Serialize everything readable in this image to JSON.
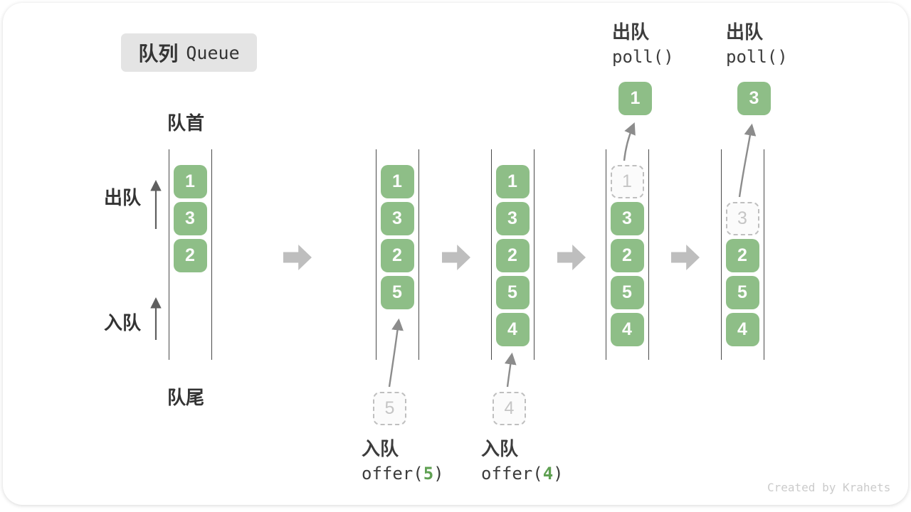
{
  "title": {
    "zh": "队列",
    "en": "Queue"
  },
  "side_labels": {
    "front": "队首",
    "rear": "队尾",
    "dequeue": "出队",
    "enqueue": "入队"
  },
  "columns": [
    {
      "name": "step-1",
      "slots": [
        {
          "v": "1"
        },
        {
          "v": "3"
        },
        {
          "v": "2"
        },
        null,
        null
      ]
    },
    {
      "name": "step-2",
      "slots": [
        {
          "v": "1"
        },
        {
          "v": "3"
        },
        {
          "v": "2"
        },
        {
          "v": "5"
        },
        null
      ]
    },
    {
      "name": "step-3",
      "slots": [
        {
          "v": "1"
        },
        {
          "v": "3"
        },
        {
          "v": "2"
        },
        {
          "v": "5"
        },
        {
          "v": "4"
        }
      ]
    },
    {
      "name": "step-4",
      "slots": [
        {
          "v": "1",
          "ghost": true
        },
        {
          "v": "3"
        },
        {
          "v": "2"
        },
        {
          "v": "5"
        },
        {
          "v": "4"
        }
      ]
    },
    {
      "name": "step-5",
      "slots": [
        null,
        {
          "v": "3",
          "ghost": true
        },
        {
          "v": "2"
        },
        {
          "v": "5"
        },
        {
          "v": "4"
        }
      ]
    }
  ],
  "staging": [
    {
      "v": "5"
    },
    {
      "v": "4"
    }
  ],
  "extracted": [
    {
      "v": "1"
    },
    {
      "v": "3"
    }
  ],
  "operations": {
    "enqueue5": {
      "label": "入队",
      "prefix": "offer(",
      "arg": "5",
      "suffix": ")"
    },
    "enqueue4": {
      "label": "入队",
      "prefix": "offer(",
      "arg": "4",
      "suffix": ")"
    },
    "poll_a": {
      "label": "出队",
      "code": "poll()"
    },
    "poll_b": {
      "label": "出队",
      "code": "poll()"
    }
  },
  "colors": {
    "item_green": "#8ebe87",
    "code_arg_green": "#5fa052",
    "block_arrow_gray": "#bebebe",
    "rail_line": "#4a4a4a",
    "badge_bg": "#e4e4e4",
    "ghost_border": "#bfbfbf",
    "curve_arrow": "#8c8c8c"
  },
  "watermark": "Created by Krahets"
}
